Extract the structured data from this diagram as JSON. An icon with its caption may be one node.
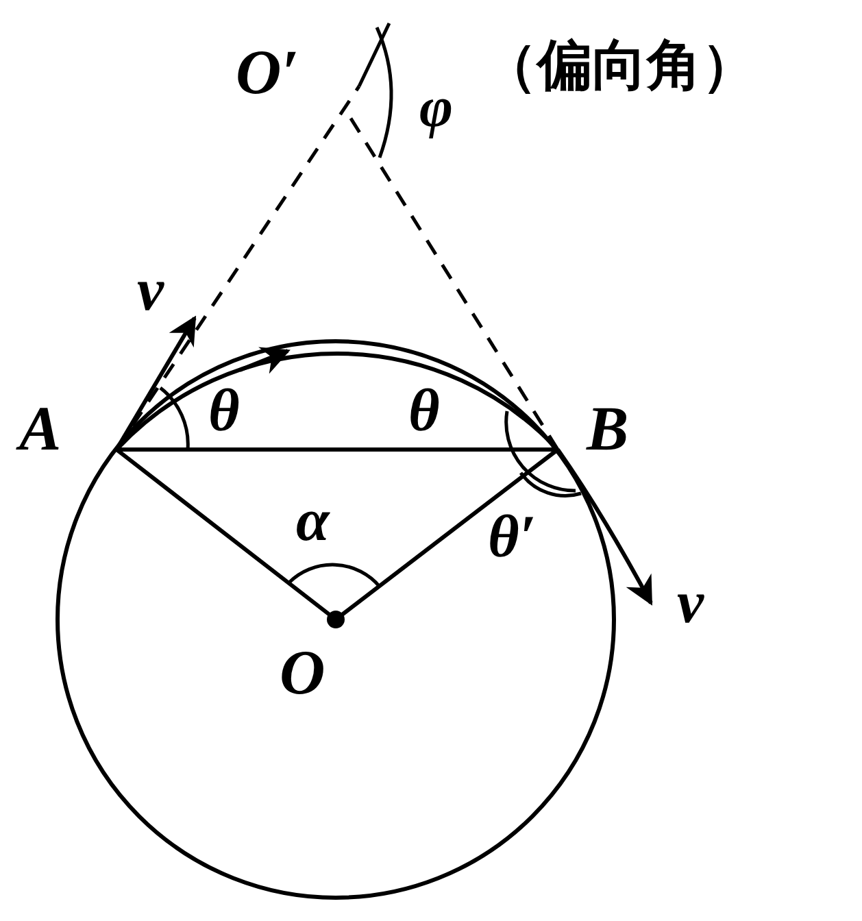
{
  "diagram": {
    "labels": [
      "O′",
      "φ",
      "（偏向角）",
      "v",
      "A",
      "θ",
      "θ",
      "B",
      "α",
      "θ′",
      "v",
      "O"
    ]
  }
}
